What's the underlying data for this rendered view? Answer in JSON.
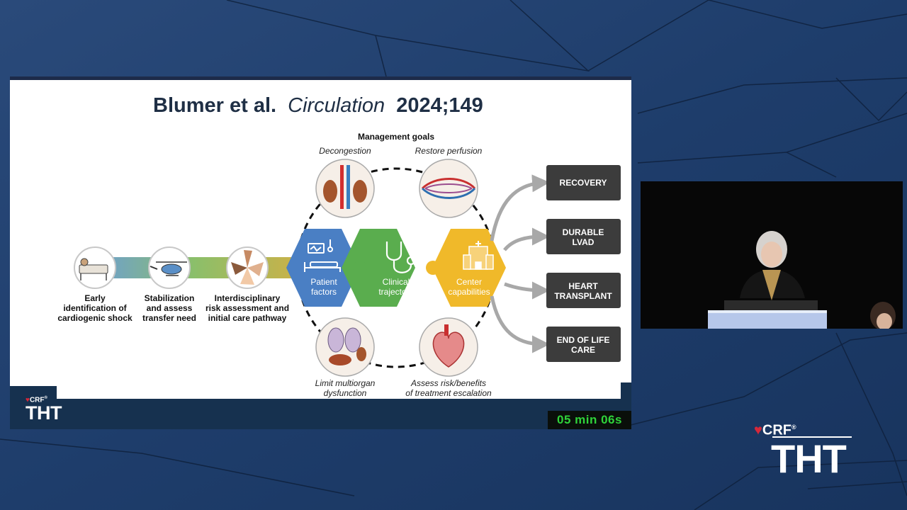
{
  "slide": {
    "title_main": "Blumer et al.",
    "title_journal": "Circulation",
    "title_year": "2024;149",
    "management_goals": "Management goals",
    "goal_decongestion": "Decongestion",
    "goal_restore_perfusion": "Restore perfusion",
    "goal_limit_line1": "Limit multiorgan",
    "goal_limit_line2": "dysfunction",
    "goal_assess_line1": "Assess risk/benefits",
    "goal_assess_line2": "of treatment escalation",
    "steps": [
      {
        "line1": "Early",
        "line2": "identification of",
        "line3": "cardiogenic shock"
      },
      {
        "line1": "Stabilization",
        "line2": "and assess",
        "line3": "transfer need"
      },
      {
        "line1": "Interdisciplinary",
        "line2": "risk assessment and",
        "line3": "initial care pathway"
      }
    ],
    "hexes": [
      {
        "line1": "Patient",
        "line2": "factors"
      },
      {
        "line1": "Clinical",
        "line2": "trajectory"
      },
      {
        "line1": "Center",
        "line2": "capabilities"
      }
    ],
    "outcomes": [
      {
        "line1": "RECOVERY",
        "line2": ""
      },
      {
        "line1": "DURABLE",
        "line2": "LVAD"
      },
      {
        "line1": "HEART",
        "line2": "TRANSPLANT"
      },
      {
        "line1": "END OF LIFE",
        "line2": "CARE"
      }
    ]
  },
  "timer": "05 min 06s",
  "logo": {
    "crf": "CRF",
    "reg": "®",
    "tht": "THT"
  },
  "colors": {
    "background": "#1c3a66",
    "hex_blue": "#4a7fc4",
    "hex_green": "#5aad4e",
    "hex_yellow": "#f0b92a",
    "outcome_box": "#3c3c3c",
    "timer_text": "#2fd33a"
  }
}
